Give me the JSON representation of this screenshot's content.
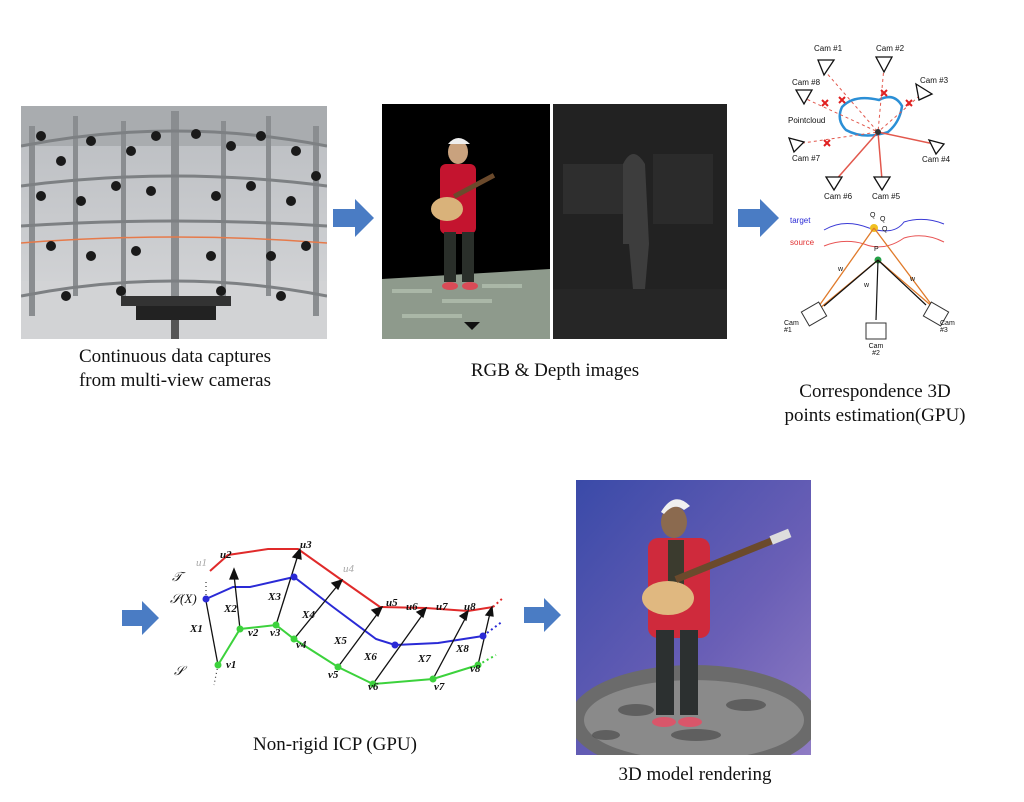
{
  "stages": {
    "capture": {
      "caption_line1": "Continuous data captures",
      "caption_line2": "from multi-view cameras"
    },
    "rgbd": {
      "caption": "RGB & Depth images"
    },
    "correspondence": {
      "caption_line1": "Correspondence 3D",
      "caption_line2": "points estimation(GPU)"
    },
    "icp": {
      "caption": "Non-rigid ICP (GPU)"
    },
    "render": {
      "caption": "3D model rendering"
    }
  },
  "camera_diagram": {
    "cams": [
      "Cam #1",
      "Cam #2",
      "Cam #3",
      "Cam #4",
      "Cam #5",
      "Cam #6",
      "Cam #7",
      "Cam #8"
    ],
    "pointcloud_label": "Pointcloud"
  },
  "correspondence_diagram": {
    "target_label": "target",
    "source_label": "source",
    "p_label": "P",
    "q_labels": [
      "Q",
      "Q",
      "Q"
    ],
    "w_labels": [
      "w",
      "w",
      "w"
    ],
    "cam_labels": [
      "Cam #1",
      "Cam #2",
      "Cam #3"
    ]
  },
  "icp_diagram": {
    "T_label": "𝒯",
    "SX_label": "𝒮(X)",
    "S_label": "𝒮",
    "u": [
      "u1",
      "u2",
      "u3",
      "u4",
      "u5",
      "u6",
      "u7",
      "u8"
    ],
    "X": [
      "X1",
      "X2",
      "X3",
      "X4",
      "X5",
      "X6",
      "X7",
      "X8"
    ],
    "v": [
      "v1",
      "v2",
      "v3",
      "v4",
      "v5",
      "v6",
      "v7",
      "v8"
    ]
  },
  "colors": {
    "arrow_blue": "#4a7cc4",
    "red": "#e8322a",
    "blue": "#2a2ae0",
    "green": "#3cd23c"
  }
}
